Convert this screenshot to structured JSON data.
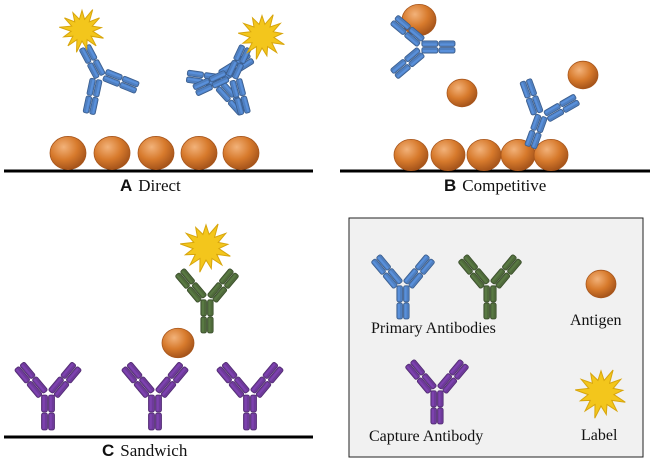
{
  "panels": {
    "a": {
      "letter": "A",
      "title": "Direct"
    },
    "b": {
      "letter": "B",
      "title": "Competitive"
    },
    "c": {
      "letter": "C",
      "title": "Sandwich"
    }
  },
  "legend": {
    "primary": "Primary Antibodies",
    "antigen": "Antigen",
    "capture": "Capture Antibody",
    "label": "Label"
  },
  "colors": {
    "blue": "#4f7fc0",
    "green": "#4f6a3b",
    "purple": "#6e3a9a",
    "antigen": "#d77a2c",
    "label": "#f3c61c",
    "legend_bg": "#f1f1f1"
  }
}
